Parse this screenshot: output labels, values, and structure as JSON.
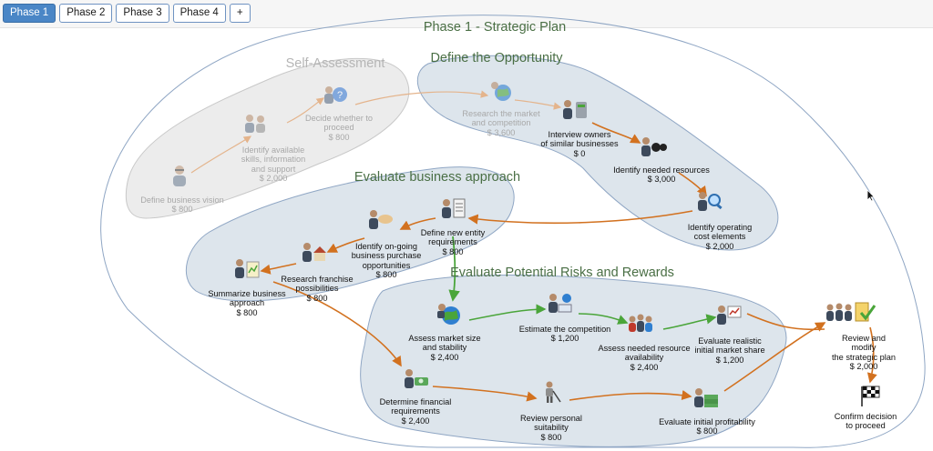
{
  "tabs": [
    {
      "label": "Phase 1",
      "active": true
    },
    {
      "label": "Phase 2",
      "active": false
    },
    {
      "label": "Phase 3",
      "active": false
    },
    {
      "label": "Phase 4",
      "active": false
    },
    {
      "label": "+",
      "active": false
    }
  ],
  "colors": {
    "group_fill": "#dde5ec",
    "group_stroke": "#8fa6c4",
    "arrow_orange": "#d2711f",
    "arrow_green": "#4aa53a",
    "title_green": "#4a6f45"
  },
  "main_title": "Phase 1 - Strategic Plan",
  "groups": {
    "self_assessment": "Self-Assessment",
    "define_opportunity": "Define the Opportunity",
    "evaluate_business": "Evaluate business approach",
    "evaluate_risks": "Evaluate Potential Risks and Rewards"
  },
  "tasks": {
    "define_vision": {
      "label": "Define business vision",
      "cost": "$ 800",
      "icon": "person-glasses-icon"
    },
    "identify_skills": {
      "label": "Identify available\nskills, information\nand support",
      "cost": "$ 2,000",
      "icon": "people-group-icon"
    },
    "decide_proceed": {
      "label": "Decide whether to\nproceed",
      "cost": "$ 800",
      "icon": "question-person-icon"
    },
    "research_market": {
      "label": "Research the market\nand competition",
      "cost": "$ 3,600",
      "icon": "globe-person-icon"
    },
    "interview_owners": {
      "label": "Interview owners\nof similar businesses",
      "cost": "$ 0",
      "icon": "interview-icon"
    },
    "identify_resources": {
      "label": "Identify needed resources",
      "cost": "$ 3,000",
      "icon": "binoculars-icon"
    },
    "identify_costs": {
      "label": "Identify operating\ncost elements",
      "cost": "$ 2,000",
      "icon": "magnifier-chart-icon"
    },
    "define_entity": {
      "label": "Define new entity\nrequirements",
      "cost": "$ 800",
      "icon": "document-person-icon"
    },
    "identify_ongoing": {
      "label": "Identify on-going\nbusiness purchase\nopportunities",
      "cost": "$ 800",
      "icon": "handshake-icon"
    },
    "research_franchise": {
      "label": "Research franchise\npossibilities",
      "cost": "$ 800",
      "icon": "house-person-icon"
    },
    "summarize_approach": {
      "label": "Summarize business\napproach",
      "cost": "$ 800",
      "icon": "summary-board-icon"
    },
    "assess_market": {
      "label": "Assess market size\nand stability",
      "cost": "$ 2,400",
      "icon": "globe-person-icon"
    },
    "estimate_competition": {
      "label": "Estimate the competition",
      "cost": "$ 1,200",
      "icon": "notebook-globe-icon"
    },
    "assess_resources": {
      "label": "Assess needed resource\navailability",
      "cost": "$ 2,400",
      "icon": "team-icon"
    },
    "evaluate_share": {
      "label": "Evaluate realistic\ninitial market share",
      "cost": "$ 1,200",
      "icon": "presentation-icon"
    },
    "determine_financial": {
      "label": "Determine financial\nrequirements",
      "cost": "$ 2,400",
      "icon": "money-person-icon"
    },
    "review_suitability": {
      "label": "Review personal\nsuitability",
      "cost": "$ 800",
      "icon": "golfer-icon"
    },
    "evaluate_profitability": {
      "label": "Evaluate initial profitability",
      "cost": "$ 800",
      "icon": "money-stack-icon"
    },
    "review_plan": {
      "label": "Review and modify\nthe strategic plan",
      "cost": "$ 2,000",
      "icon": "review-checklist-icon"
    },
    "confirm_decision": {
      "label": "Confirm decision\nto proceed",
      "cost": "",
      "icon": "checkered-flag-icon"
    }
  }
}
